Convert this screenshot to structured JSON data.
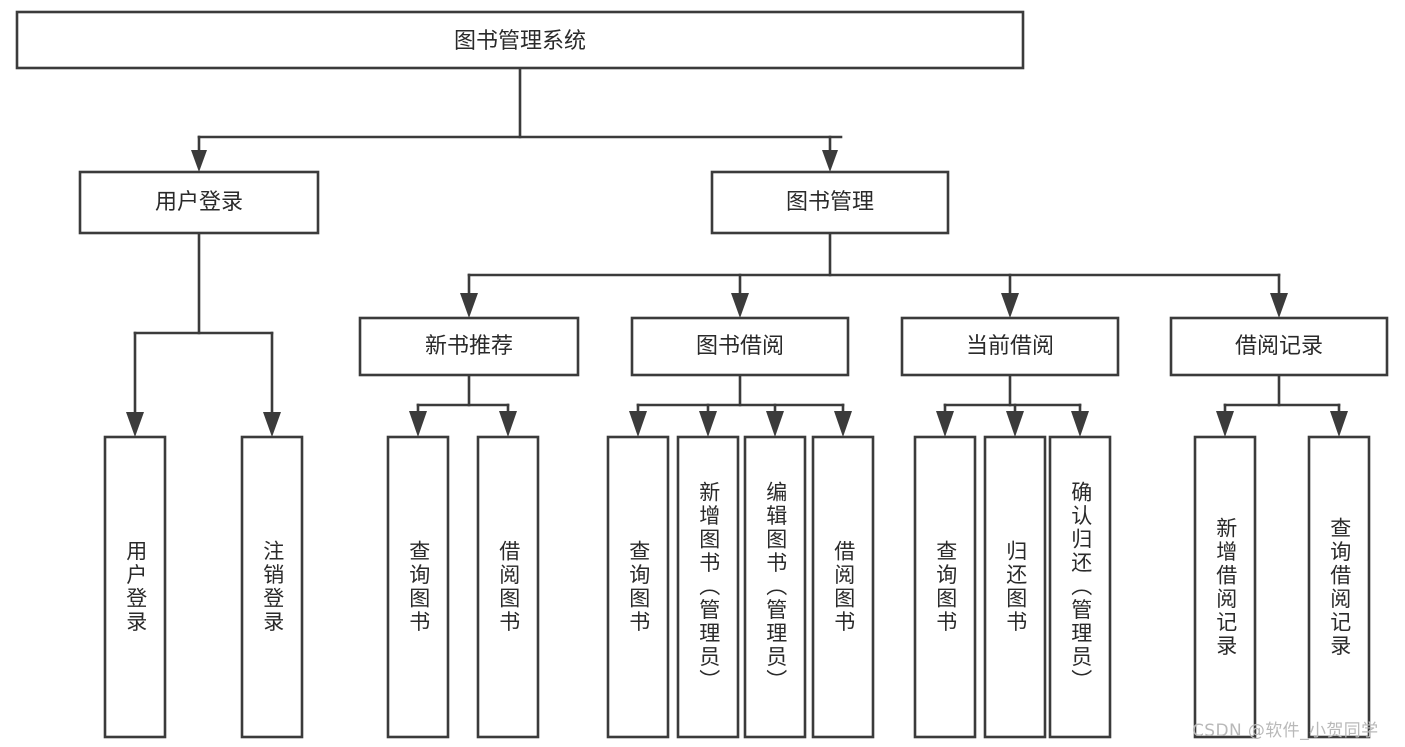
{
  "diagram": {
    "title": "图书管理系统",
    "type": "hierarchy-tree",
    "watermark": "CSDN @软件_小贺同学",
    "colors": {
      "stroke": "#3b3b3b",
      "fill": "#ffffff",
      "text": "#2a2a2a",
      "watermark": "#b9b9b9",
      "background": "#ffffff"
    },
    "levels": [
      {
        "level": 1,
        "nodes": [
          {
            "id": "root",
            "label": "图书管理系统",
            "orientation": "horizontal"
          }
        ]
      },
      {
        "level": 2,
        "nodes": [
          {
            "id": "user-login",
            "label": "用户登录",
            "orientation": "horizontal",
            "parent": "root"
          },
          {
            "id": "book-manage",
            "label": "图书管理",
            "orientation": "horizontal",
            "parent": "root"
          }
        ]
      },
      {
        "level": 3,
        "nodes": [
          {
            "id": "new-book-recommend",
            "label": "新书推荐",
            "orientation": "horizontal",
            "parent": "book-manage"
          },
          {
            "id": "book-borrow",
            "label": "图书借阅",
            "orientation": "horizontal",
            "parent": "book-manage"
          },
          {
            "id": "current-borrow",
            "label": "当前借阅",
            "orientation": "horizontal",
            "parent": "book-manage"
          },
          {
            "id": "borrow-record",
            "label": "借阅记录",
            "orientation": "horizontal",
            "parent": "book-manage"
          }
        ]
      },
      {
        "level": 4,
        "nodes": [
          {
            "id": "leaf-user-login",
            "label": "用户登录",
            "orientation": "vertical",
            "parent": "user-login"
          },
          {
            "id": "leaf-user-logout",
            "label": "注销登录",
            "orientation": "vertical",
            "parent": "user-login"
          },
          {
            "id": "leaf-query-book-1",
            "label": "查询图书",
            "orientation": "vertical",
            "parent": "new-book-recommend"
          },
          {
            "id": "leaf-borrow-book-1",
            "label": "借阅图书",
            "orientation": "vertical",
            "parent": "new-book-recommend"
          },
          {
            "id": "leaf-query-book-2",
            "label": "查询图书",
            "orientation": "vertical",
            "parent": "book-borrow"
          },
          {
            "id": "leaf-add-book",
            "label": "新增图书（管理员）",
            "orientation": "vertical",
            "parent": "book-borrow"
          },
          {
            "id": "leaf-edit-book",
            "label": "编辑图书（管理员）",
            "orientation": "vertical",
            "parent": "book-borrow"
          },
          {
            "id": "leaf-borrow-book-2",
            "label": "借阅图书",
            "orientation": "vertical",
            "parent": "book-borrow"
          },
          {
            "id": "leaf-query-book-3",
            "label": "查询图书",
            "orientation": "vertical",
            "parent": "current-borrow"
          },
          {
            "id": "leaf-return-book",
            "label": "归还图书",
            "orientation": "vertical",
            "parent": "current-borrow"
          },
          {
            "id": "leaf-confirm-return",
            "label": "确认归还（管理员）",
            "orientation": "vertical",
            "parent": "current-borrow"
          },
          {
            "id": "leaf-add-record",
            "label": "新增借阅记录",
            "orientation": "vertical",
            "parent": "borrow-record"
          },
          {
            "id": "leaf-query-record",
            "label": "查询借阅记录",
            "orientation": "vertical",
            "parent": "borrow-record"
          }
        ]
      }
    ]
  }
}
